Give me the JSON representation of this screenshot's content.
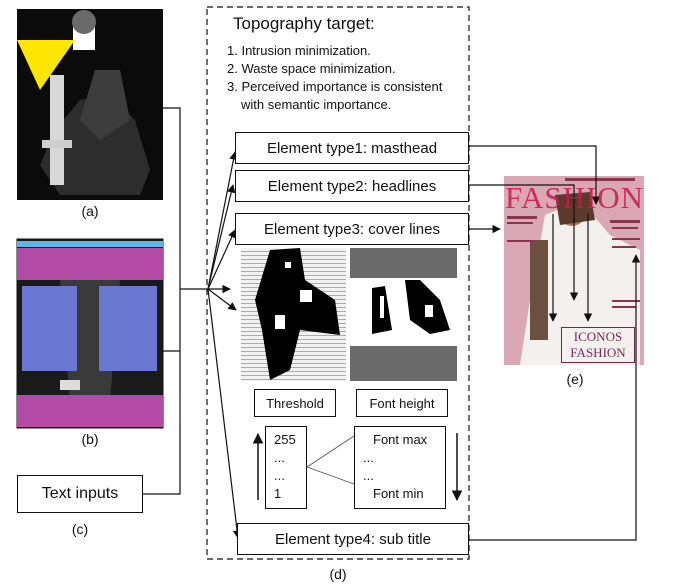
{
  "diagram": {
    "panels": {
      "a_caption": "(a)",
      "b_caption": "(b)",
      "c_caption": "(c)",
      "d_caption": "(d)",
      "e_caption": "(e)"
    },
    "text_inputs_label": "Text inputs",
    "topography": {
      "title": "Topography target:",
      "items": [
        "1. Intrusion minimization.",
        "2. Waste space minimization.",
        "3. Perceived importance is consistent",
        "with semantic importance."
      ]
    },
    "element_types": {
      "type1": "Element type1: masthead",
      "type2": "Element type2: headlines",
      "type3": "Element type3: cover lines",
      "type4": "Element type4: sub title"
    },
    "threshold": {
      "label": "Threshold",
      "top": "255",
      "dots1": "...",
      "dots2": "...",
      "bottom": "1"
    },
    "font_height": {
      "label": "Font height",
      "top": "Font max",
      "dots1": "...",
      "dots2": "...",
      "bottom": "Font min"
    },
    "cover": {
      "masthead": "FASHION",
      "bottom_line1": "ICONOS",
      "bottom_line2": "FASHION"
    },
    "colors": {
      "cover_bg": "#d9a8b4",
      "masthead": "#c9184a",
      "layout_magenta": "#b24aa6",
      "layout_blue": "#6a78d1",
      "layout_cyan": "#5ab8e6",
      "saliency_yellow": "#ffe600"
    }
  }
}
